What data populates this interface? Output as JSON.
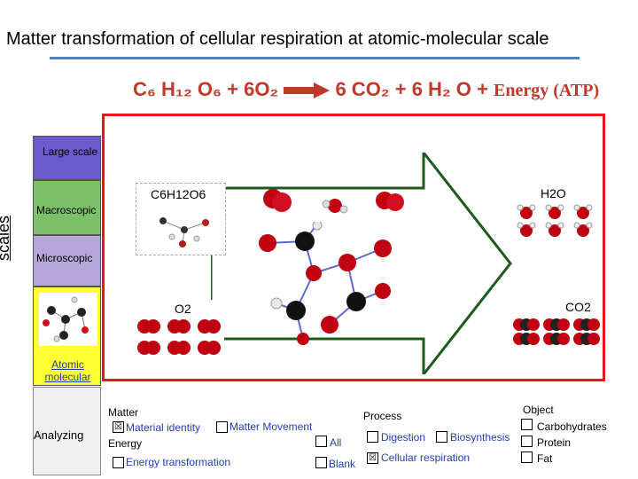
{
  "title": "Matter transformation of cellular respiration at atomic-molecular scale",
  "equation": {
    "glucose": "C₆ H₁₂ O₆",
    "plus1": "+",
    "oxygen": "6O₂",
    "co2": "6 CO₂",
    "plus2": "+",
    "water": "6 H₂ O",
    "plus3": "+",
    "energy": "Energy (ATP)"
  },
  "scales_label": "scales",
  "scale_boxes": {
    "large": "Large scale",
    "macroscopic": "Macroscopic",
    "microscopic": "Microscopic",
    "atomic": "Atomic molecular"
  },
  "molecules": {
    "glucose": "C6H12O6",
    "water": "H2O",
    "oxygen": "O2",
    "co2": "CO2"
  },
  "analyzing": {
    "label": "Analyzing",
    "matter_heading": "Matter",
    "material_identity": "Material identity",
    "matter_movement": "Matter Movement",
    "energy_heading": "Energy",
    "energy_transformation": "Energy transformation",
    "all": "All",
    "blank": "Blank",
    "process_heading": "Process",
    "digestion": "Digestion",
    "biosynthesis": "Biosynthesis",
    "cellular_respiration": "Cellular respiration",
    "object_heading": "Object",
    "carbohydrates": "Carbohydrates",
    "protein": "Protein",
    "fat": "Fat",
    "check_mark": "☒"
  },
  "colors": {
    "frame": "#e31a1c",
    "large_scale": "#6a5acd",
    "macroscopic": "#7cbf6a",
    "microscopic": "#b6a6d9",
    "atomic": "#ffff33",
    "title_rule": "#4f81bd",
    "link_text": "#1f3faf"
  }
}
